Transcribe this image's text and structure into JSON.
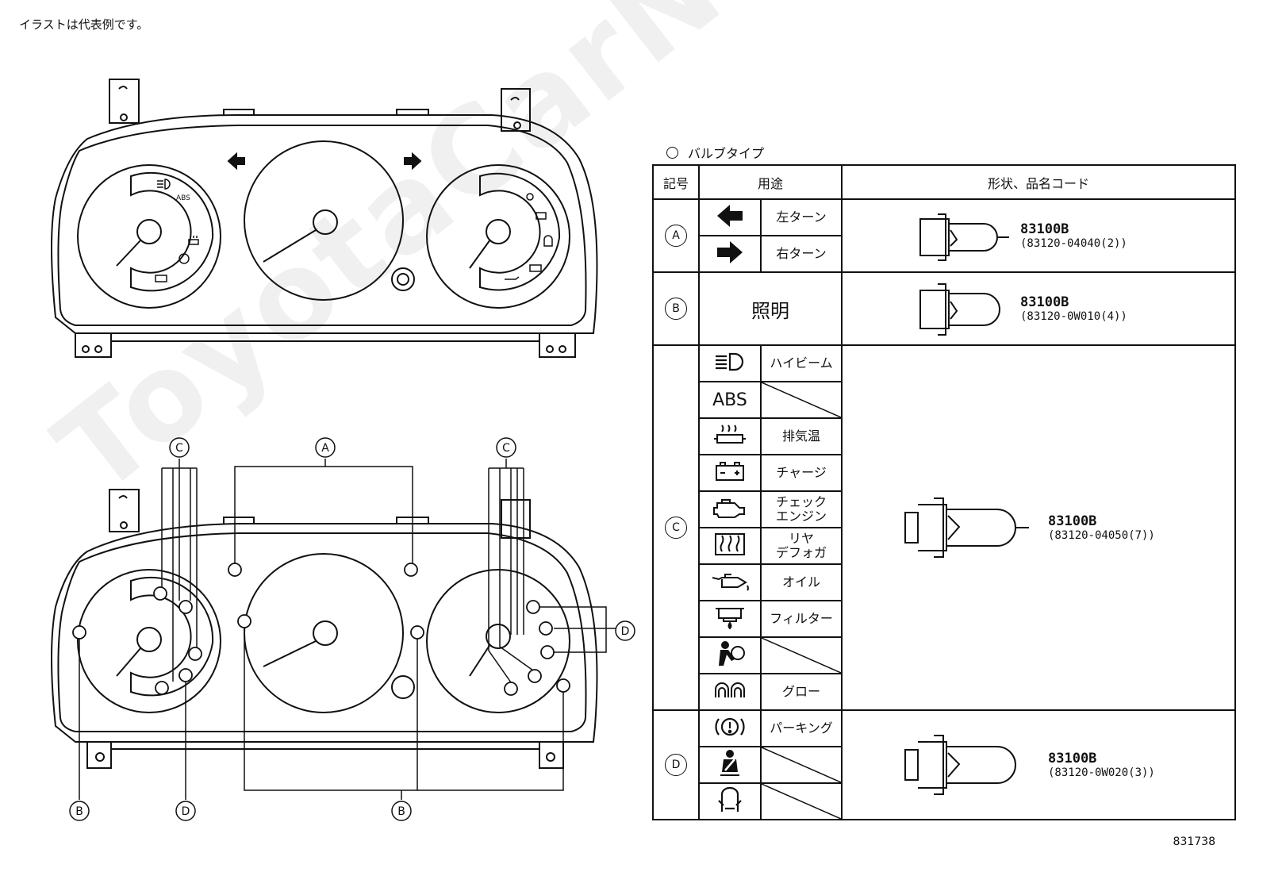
{
  "note": "イラストは代表例です。",
  "figure_number": "831738",
  "watermark": "ToyotaCarNine.ru",
  "cluster_labels": {
    "a": "A",
    "b": "B",
    "c": "C",
    "d": "D",
    "abs": "ABS"
  },
  "table": {
    "caption": "バルブタイプ",
    "headers": {
      "symbol": "記号",
      "usage": "用途",
      "shape": "形状、品名コード"
    },
    "groups": [
      {
        "symbol": "A",
        "rows": [
          {
            "icon": "left-turn-arrow-icon",
            "usage": "左ターン"
          },
          {
            "icon": "right-turn-arrow-icon",
            "usage": "右ターン"
          }
        ],
        "part_code": "83100B",
        "part_sub": "(83120-04040(2))"
      },
      {
        "symbol": "B",
        "rows": [
          {
            "icon": "",
            "usage": "照明"
          }
        ],
        "part_code": "83100B",
        "part_sub": "(83120-0W010(4))"
      },
      {
        "symbol": "C",
        "rows": [
          {
            "icon": "high-beam-icon",
            "usage": "ハイビーム"
          },
          {
            "icon": "abs-text-icon",
            "usage": "",
            "icon_text": "ABS"
          },
          {
            "icon": "exhaust-temp-icon",
            "usage": "排気温"
          },
          {
            "icon": "battery-charge-icon",
            "usage": "チャージ"
          },
          {
            "icon": "check-engine-icon",
            "usage": "チェック\nエンジン"
          },
          {
            "icon": "rear-defogger-icon",
            "usage": "リヤ\nデフォガ"
          },
          {
            "icon": "oil-can-icon",
            "usage": "オイル"
          },
          {
            "icon": "fuel-filter-icon",
            "usage": "フィルター"
          },
          {
            "icon": "airbag-icon",
            "usage": ""
          },
          {
            "icon": "glow-plug-icon",
            "usage": "グロー"
          }
        ],
        "part_code": "83100B",
        "part_sub": "(83120-04050(7))"
      },
      {
        "symbol": "D",
        "rows": [
          {
            "icon": "parking-brake-icon",
            "usage": "パーキング"
          },
          {
            "icon": "seatbelt-icon",
            "usage": ""
          },
          {
            "icon": "door-ajar-icon",
            "usage": ""
          }
        ],
        "part_code": "83100B",
        "part_sub": "(83120-0W020(3))"
      }
    ]
  }
}
